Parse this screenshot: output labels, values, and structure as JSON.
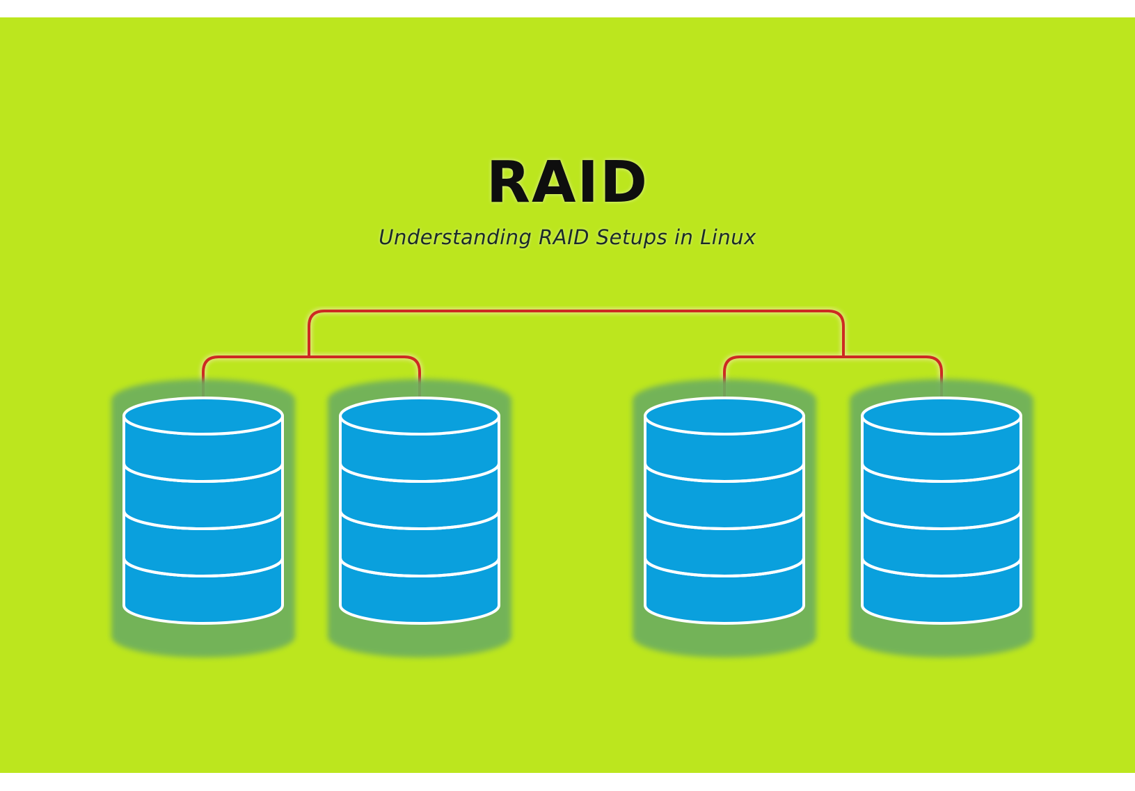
{
  "diagram": {
    "title": "RAID",
    "subtitle": "Understanding RAID Setups in Linux",
    "disk_count": 4,
    "platters_per_disk": 4,
    "topology": "two-level tree: top bus joins two pairs, each pair joins two disks"
  },
  "colors": {
    "background": "#bce61e",
    "disk_fill": "#0aa0dd",
    "disk_outline": "#ffffff",
    "disk_shadow": "#6cae5e",
    "connector_line": "#cc2a22",
    "connector_glow": "#ffe9c0"
  },
  "icons": [
    "database-cylinder-icon"
  ]
}
